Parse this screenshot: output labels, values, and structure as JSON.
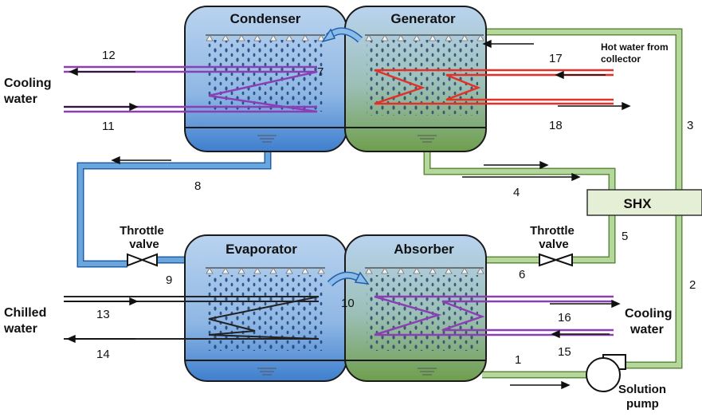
{
  "vessels": {
    "condenser": "Condenser",
    "generator": "Generator",
    "evaporator": "Evaporator",
    "absorber": "Absorber"
  },
  "labels": {
    "cooling_water_left_1": "Cooling",
    "cooling_water_left_2": "water",
    "chilled_water_1": "Chilled",
    "chilled_water_2": "water",
    "hot_water_1": "Hot water from",
    "hot_water_2": "collector",
    "throttle_left_1": "Throttle",
    "throttle_left_2": "valve",
    "throttle_right_1": "Throttle",
    "throttle_right_2": "valve",
    "cooling_water_right_1": "Cooling",
    "cooling_water_right_2": "water",
    "shx": "SHX",
    "pump_1": "Solution",
    "pump_2": "pump"
  },
  "streams": {
    "s1": "1",
    "s2": "2",
    "s3": "3",
    "s4": "4",
    "s5": "5",
    "s6": "6",
    "s7": "7",
    "s8": "8",
    "s9": "9",
    "s10": "10",
    "s11": "11",
    "s12": "12",
    "s13": "13",
    "s14": "14",
    "s15": "15",
    "s16": "16",
    "s17": "17",
    "s18": "18"
  },
  "colors": {
    "blue_top": "#a9c9ec",
    "blue_bottom": "#3f7fcf",
    "green_top": "#a9c9ec",
    "green_bottom": "#6f9e4c",
    "pipe_blue": "#6aa6dc",
    "pipe_green": "#b6d79b",
    "purple": "#8b3fb5",
    "red": "#e3312a",
    "shx_fill": "#e5efd6"
  }
}
